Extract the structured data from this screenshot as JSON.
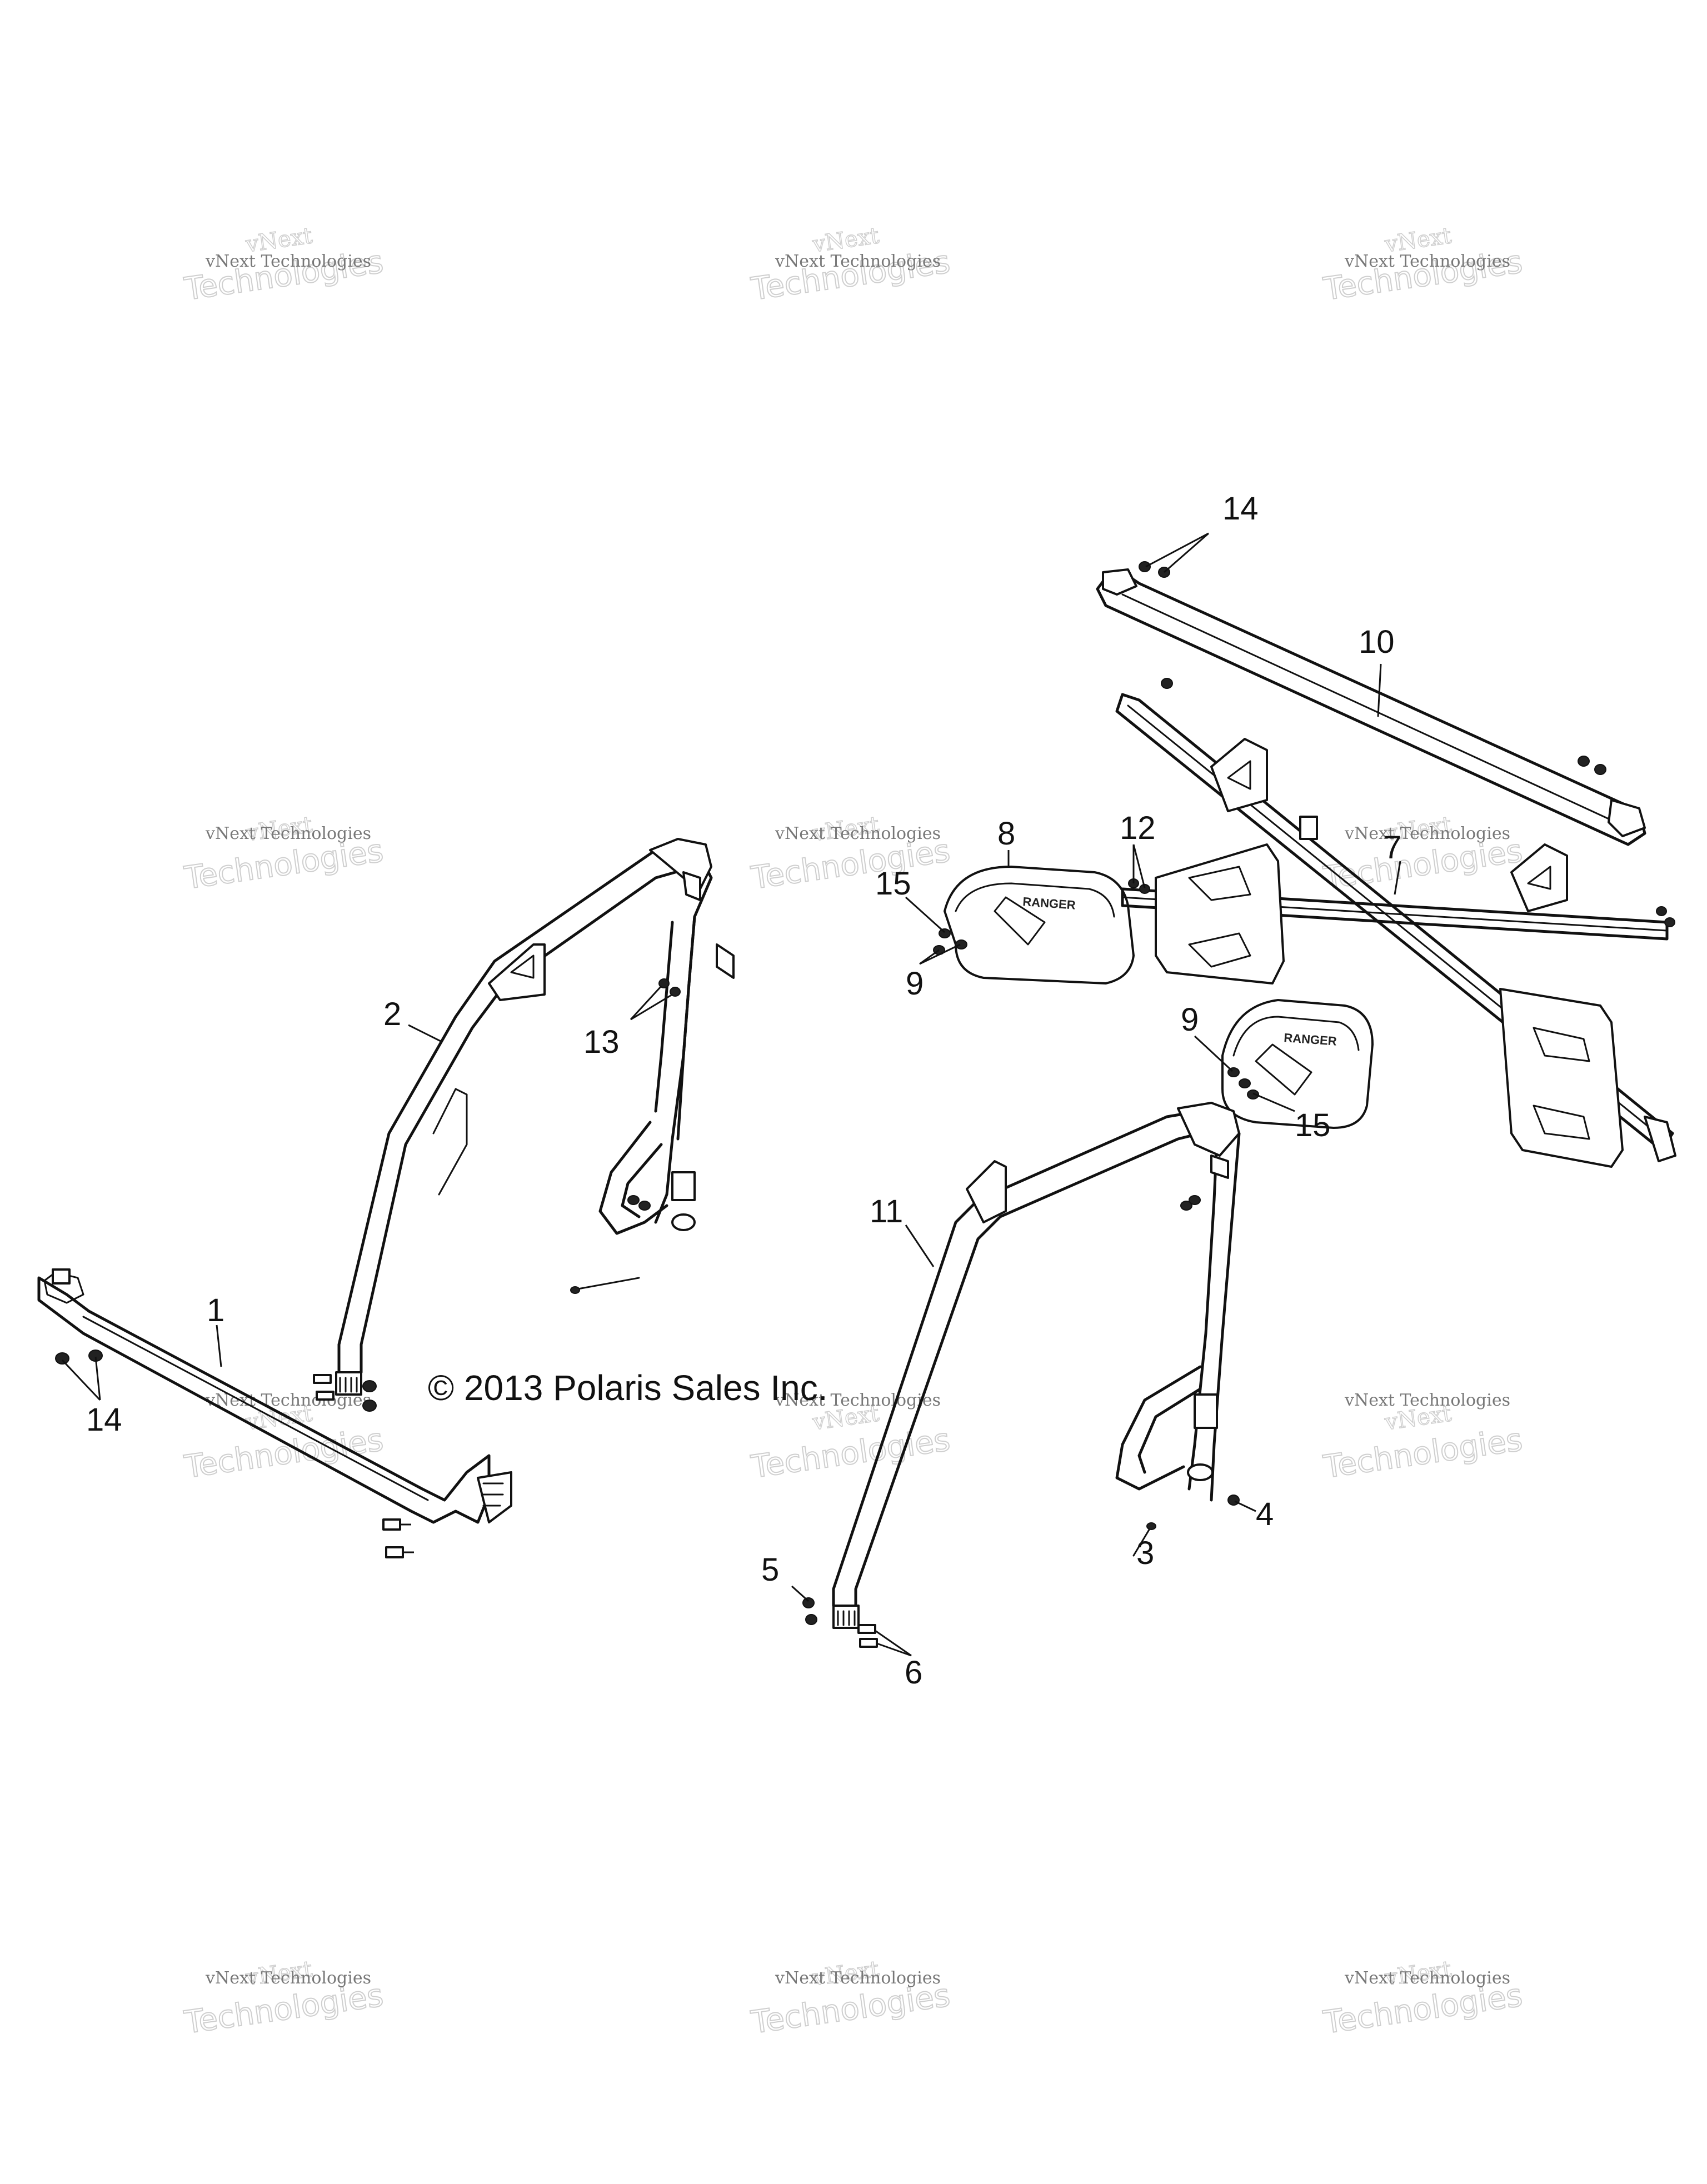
{
  "copyright": "© 2013 Polaris Sales Inc.",
  "watermark": {
    "line1": "vNext",
    "line2": "vNext Technologies",
    "line3": "Technologies"
  },
  "callouts": {
    "c1": "1",
    "c2": "2",
    "c3": "3",
    "c4": "4",
    "c5": "5",
    "c6": "6",
    "c7": "7",
    "c8": "8",
    "c9a": "9",
    "c9b": "9",
    "c10": "10",
    "c11": "11",
    "c12": "12",
    "c13": "13",
    "c14a": "14",
    "c14b": "14",
    "c15a": "15",
    "c15b": "15"
  },
  "decal": {
    "text": "RANGER"
  }
}
